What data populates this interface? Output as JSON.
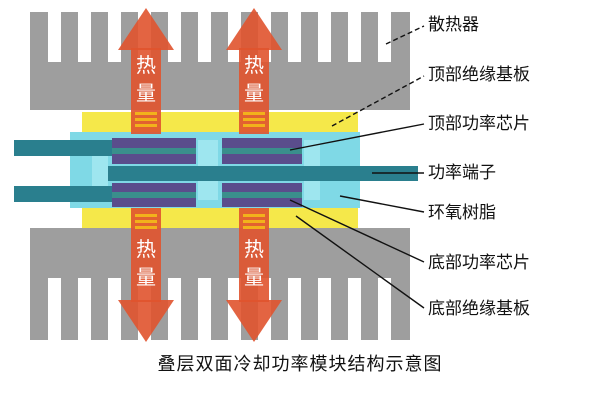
{
  "labels": {
    "heatsink": "散热器",
    "top_substrate": "顶部绝缘基板",
    "top_chip": "顶部功率芯片",
    "terminal": "功率端子",
    "epoxy": "环氧树脂",
    "bottom_chip": "底部功率芯片",
    "bottom_substrate": "底部绝缘基板"
  },
  "heat_arrow": {
    "char1": "热",
    "char2": "量"
  },
  "caption": "叠层双面冷却功率模块结构示意图",
  "colors": {
    "heatsink": "#9e9e9e",
    "substrate": "#f5e84a",
    "epoxy": "#7fd9e6",
    "terminal": "#2a7f8e",
    "chip_purple": "#5a4d8c",
    "chip_teal": "#3a8f8c",
    "arrow": "#e0532e",
    "arrow_stripe": "#f2b21b"
  }
}
